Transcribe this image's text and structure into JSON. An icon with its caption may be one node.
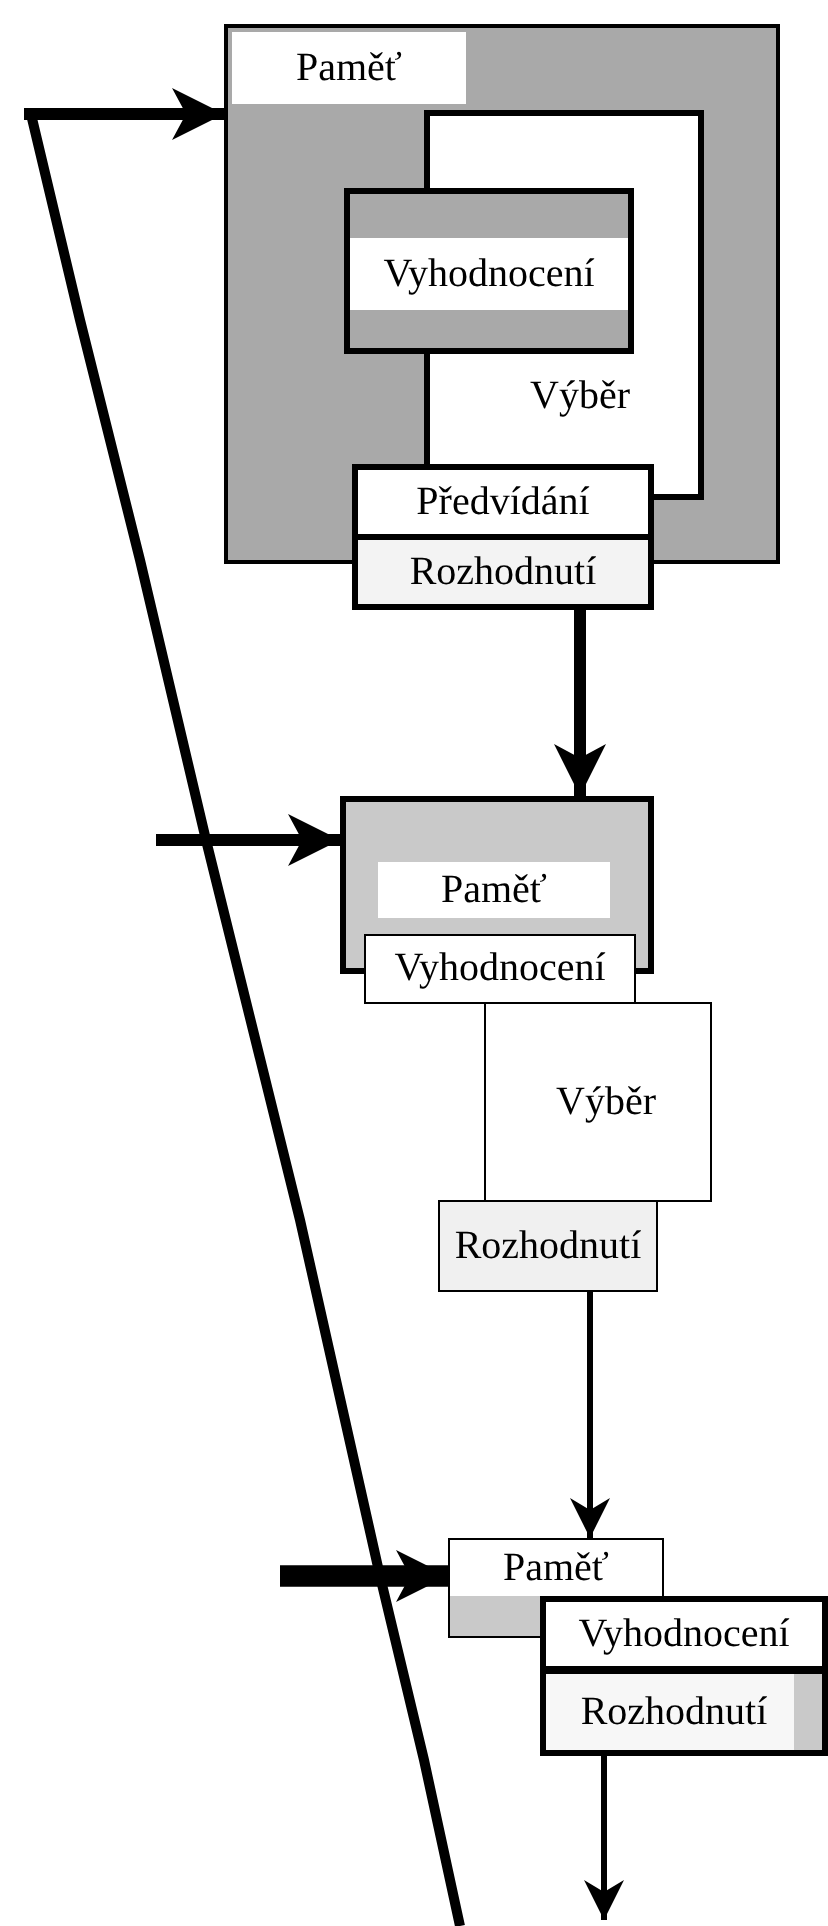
{
  "diagram": {
    "nodes": [
      {
        "text": [
          "Paměť"
        ]
      },
      {
        "text": [
          "Výběr"
        ],
        "in": 0
      },
      {
        "text": [
          "Vyhodnocení"
        ],
        "in": 0
      },
      {
        "text": [
          "Předvídání"
        ],
        "in": 0
      },
      {
        "text": [
          "Rozhodnutí"
        ]
      },
      {
        "text": [
          "Paměť"
        ]
      },
      {
        "text": [
          "Vyhodnocení"
        ]
      },
      {
        "text": [
          "Výběr"
        ]
      },
      {
        "text": [
          "Rozhodnutí"
        ]
      },
      {
        "text": [
          "Paměť"
        ]
      },
      {
        "text": [
          "Vyhodnocení"
        ]
      },
      {
        "text": [
          "Rozhodnutí"
        ]
      }
    ],
    "edges": [
      {
        "from": null,
        "to": 0,
        "arrow": "to"
      },
      {
        "from": 4,
        "to": 5,
        "arrow": "to"
      },
      {
        "from": null,
        "to": 5,
        "arrow": "to"
      },
      {
        "from": 8,
        "to": 9,
        "arrow": "to"
      },
      {
        "from": null,
        "to": 9,
        "arrow": "to",
        "style": "thick"
      },
      {
        "from": 11,
        "to": null,
        "arrow": "to"
      }
    ]
  }
}
